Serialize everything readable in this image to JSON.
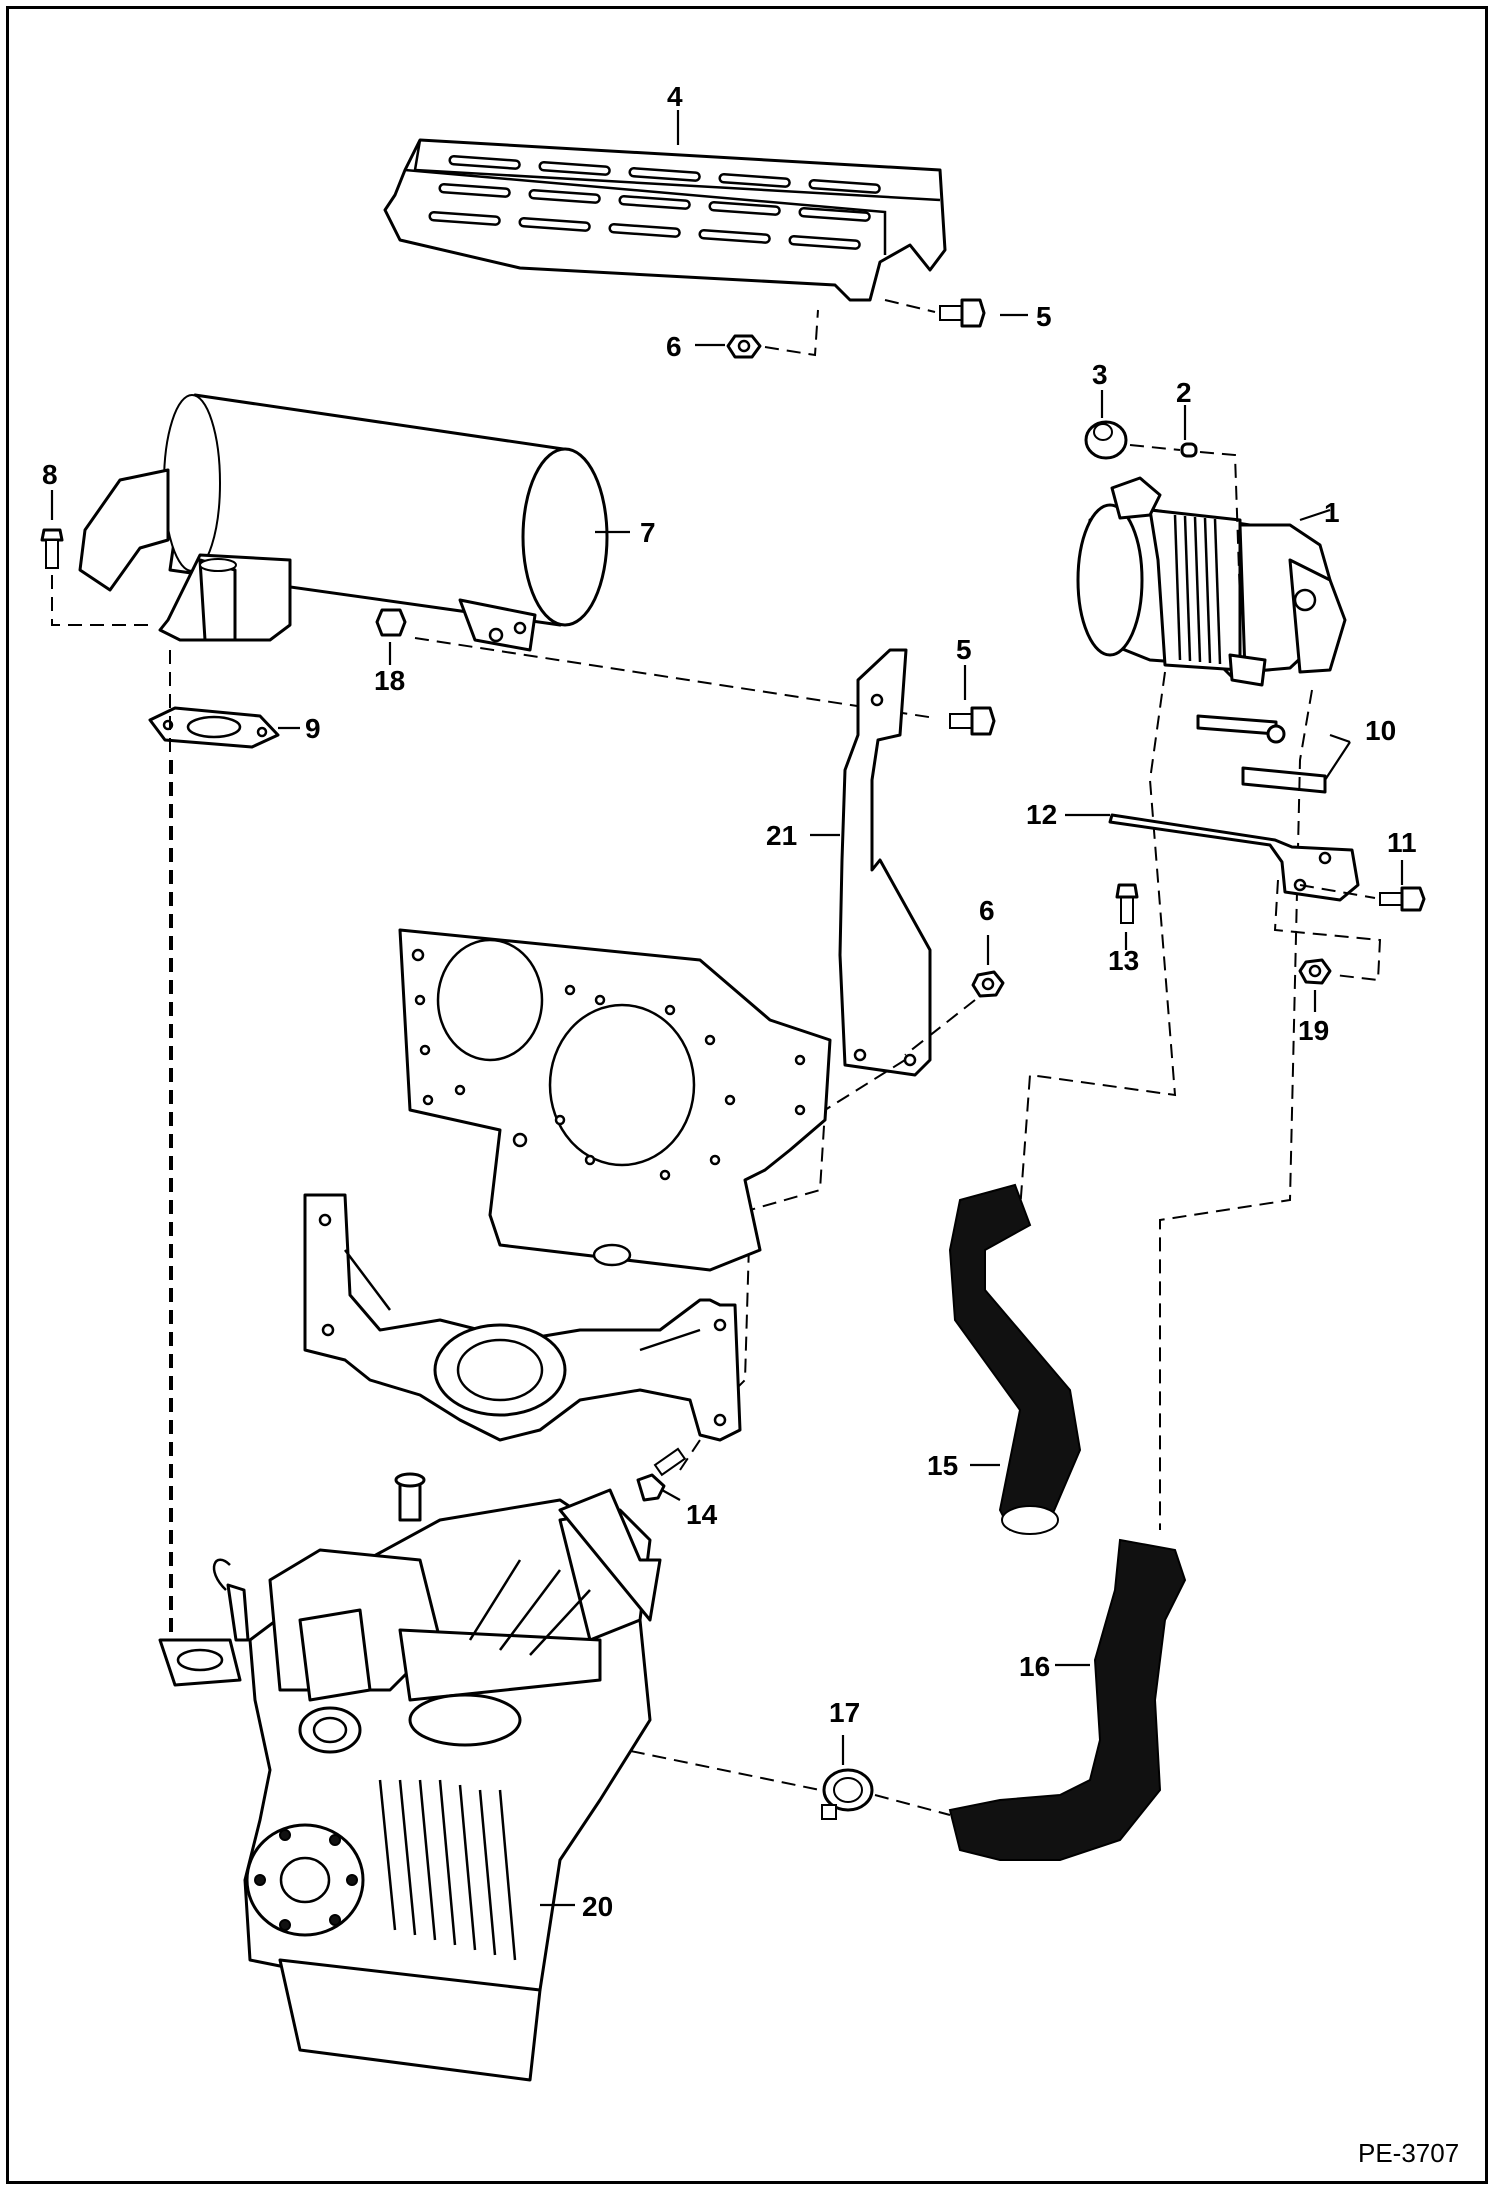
{
  "diagram": {
    "document_id": "PE-3707",
    "callouts": [
      {
        "id": "c1",
        "label": "1"
      },
      {
        "id": "c2",
        "label": "2"
      },
      {
        "id": "c3",
        "label": "3"
      },
      {
        "id": "c4",
        "label": "4"
      },
      {
        "id": "c5a",
        "label": "5"
      },
      {
        "id": "c5b",
        "label": "5"
      },
      {
        "id": "c6a",
        "label": "6"
      },
      {
        "id": "c6b",
        "label": "6"
      },
      {
        "id": "c7",
        "label": "7"
      },
      {
        "id": "c8",
        "label": "8"
      },
      {
        "id": "c9",
        "label": "9"
      },
      {
        "id": "c10",
        "label": "10"
      },
      {
        "id": "c11",
        "label": "11"
      },
      {
        "id": "c12",
        "label": "12"
      },
      {
        "id": "c13",
        "label": "13"
      },
      {
        "id": "c14",
        "label": "14"
      },
      {
        "id": "c15",
        "label": "15"
      },
      {
        "id": "c16",
        "label": "16"
      },
      {
        "id": "c17",
        "label": "17"
      },
      {
        "id": "c18",
        "label": "18"
      },
      {
        "id": "c19",
        "label": "19"
      },
      {
        "id": "c20",
        "label": "20"
      },
      {
        "id": "c21",
        "label": "21"
      }
    ]
  }
}
